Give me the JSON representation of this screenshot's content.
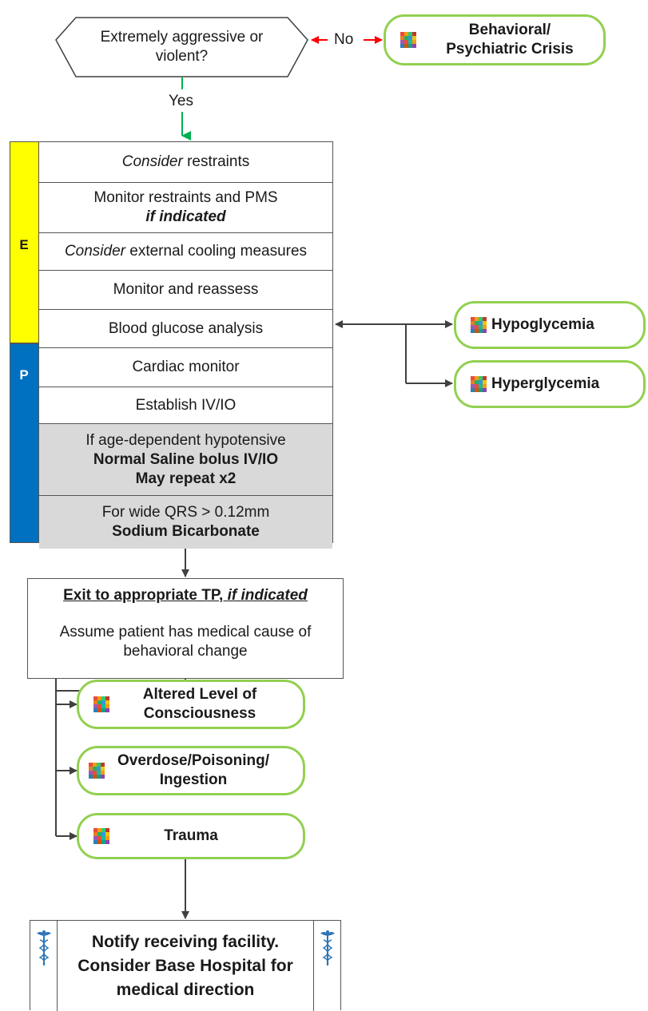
{
  "decision": {
    "question": "Extremely aggressive or violent?",
    "no_label": "No",
    "yes_label": "Yes"
  },
  "crisis_ref": {
    "label": "Behavioral/ Psychiatric Crisis"
  },
  "sections": {
    "e_letter": "E",
    "p_letter": "P",
    "e_color": "#ffff00",
    "p_color": "#0070c0",
    "row_gray": "#d9d9d9"
  },
  "steps": {
    "consider_restraints": {
      "em": "Consider",
      "rest": " restraints"
    },
    "monitor_restraints": {
      "line1": "Monitor restraints and PMS",
      "line2": "if indicated"
    },
    "cooling": {
      "em": "Consider",
      "rest": " external cooling measures"
    },
    "monitor_reassess": "Monitor and reassess",
    "glucose": "Blood glucose analysis",
    "cardiac": "Cardiac monitor",
    "iv": "Establish IV/IO",
    "hypotensive": {
      "line1": "If age-dependent hypotensive",
      "line2": "Normal Saline bolus IV/IO",
      "line3": "May repeat x2"
    },
    "qrs": {
      "line1": "For wide QRS > 0.12mm",
      "line2": "Sodium Bicarbonate"
    }
  },
  "glucose_refs": {
    "hypo": "Hypoglycemia",
    "hyper": "Hyperglycemia"
  },
  "exit_box": {
    "title_plain": "Exit to appropriate TP, ",
    "title_italic": "if indicated",
    "body": "Assume patient has medical cause of behavioral change"
  },
  "exit_refs": {
    "alc": "Altered Level of Consciousness",
    "overdose": "Overdose/Poisoning/ Ingestion",
    "trauma": "Trauma"
  },
  "notify": {
    "text": "Notify receiving facility. Consider Base Hospital for medical direction",
    "icon_left": "caduceus-icon",
    "icon_right": "caduceus-icon"
  },
  "colors": {
    "ref_border": "#92d050",
    "yes_arrow": "#00b050",
    "no_arrow": "#ff0000",
    "connector": "#404040"
  }
}
